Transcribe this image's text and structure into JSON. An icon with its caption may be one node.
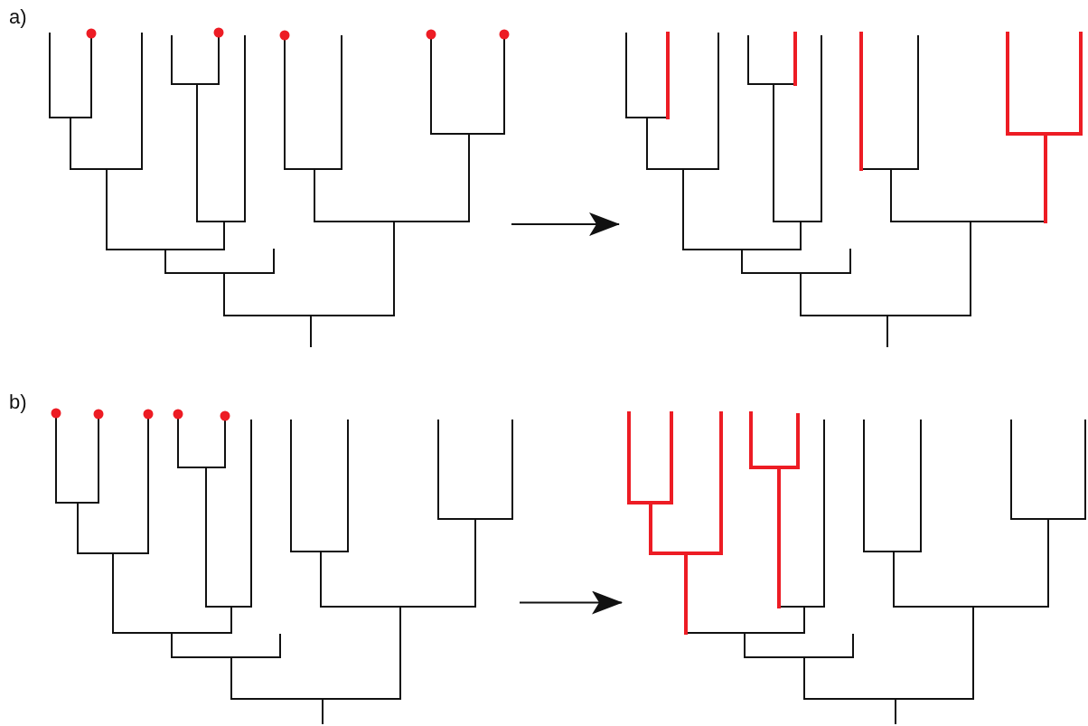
{
  "diagram": {
    "nodes": [
      {
        "text": [],
        "shape": "tree"
      },
      {
        "text": [],
        "shape": "tree"
      },
      {
        "text": [],
        "shape": "tree"
      },
      {
        "text": [],
        "shape": "tree"
      }
    ],
    "edges": [
      {
        "from": 0,
        "to": 1,
        "arrow": "to"
      },
      {
        "from": 2,
        "to": 3,
        "arrow": "to"
      }
    ],
    "labels": [
      "a)",
      "b)"
    ]
  }
}
